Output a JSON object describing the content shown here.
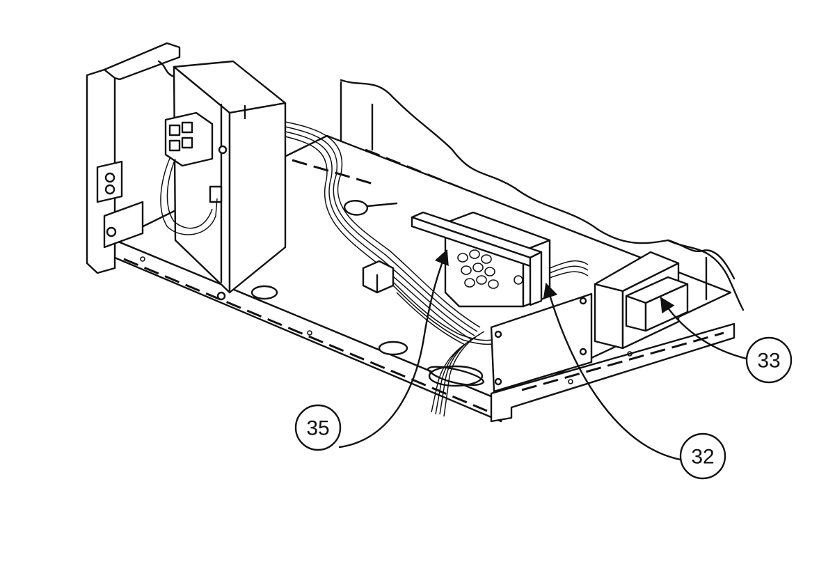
{
  "callouts": [
    {
      "label": "35"
    },
    {
      "label": "32"
    },
    {
      "label": "33"
    }
  ]
}
